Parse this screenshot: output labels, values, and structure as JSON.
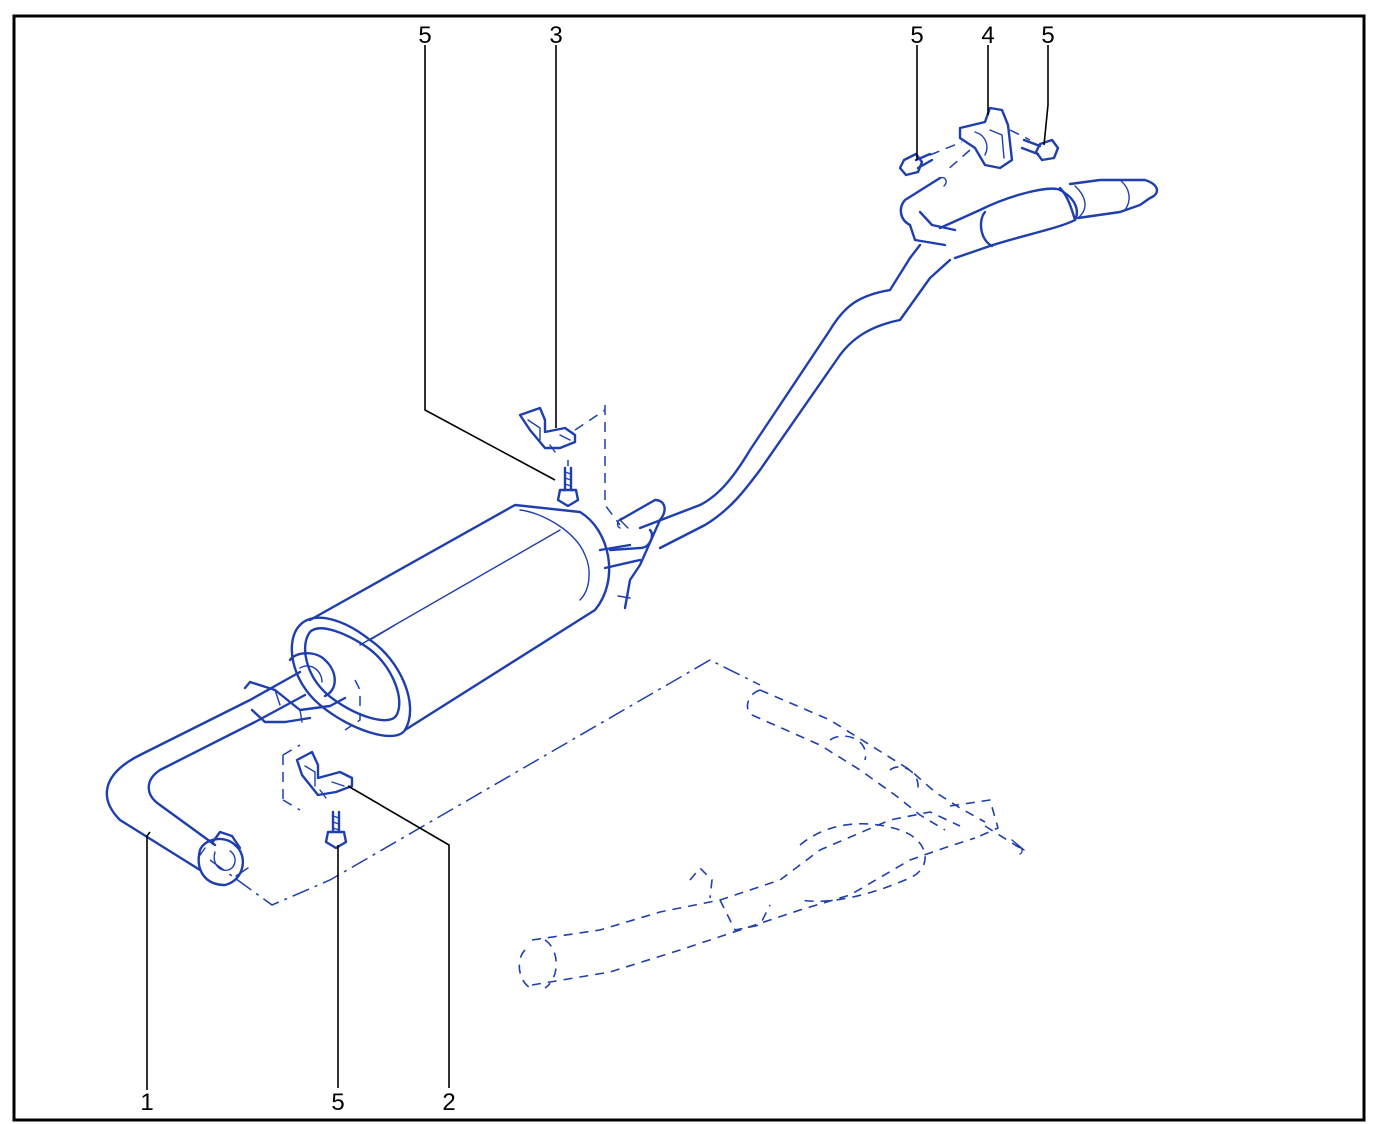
{
  "colors": {
    "frame": "#000000",
    "parts": "#1f3fae",
    "callouts": "#000000",
    "background": "#ffffff"
  },
  "callouts": {
    "c1": "1",
    "c2": "2",
    "c3": "3",
    "c4": "4",
    "c5_top_left": "5",
    "c5_top_mid": "5",
    "c5_top_right": "5",
    "c5_bottom": "5"
  }
}
